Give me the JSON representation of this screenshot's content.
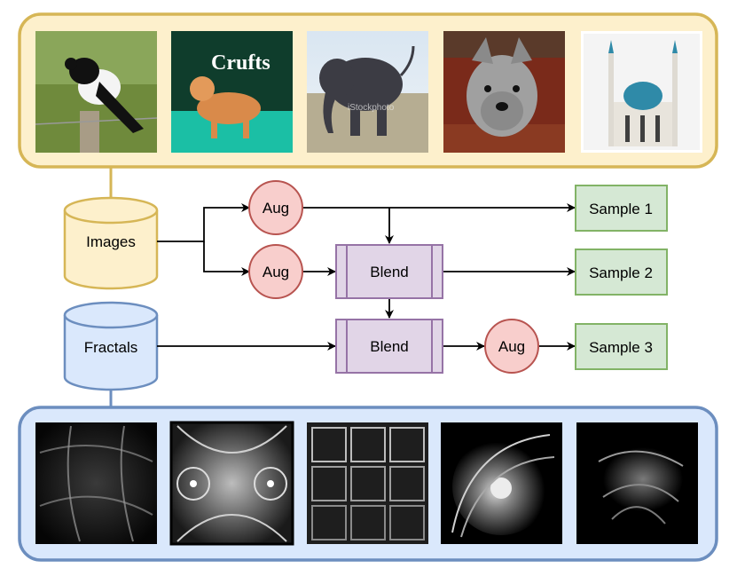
{
  "colors": {
    "image_panel_fill": "#fdf0cc",
    "image_panel_stroke": "#d6b656",
    "fractal_panel_fill": "#dae8fc",
    "fractal_panel_stroke": "#6c8ebf",
    "aug_fill": "#f8cecc",
    "aug_stroke": "#b85450",
    "blend_fill": "#e1d5e7",
    "blend_stroke": "#9673a6",
    "sample_fill": "#d5e8d4",
    "sample_stroke": "#82b366"
  },
  "databases": {
    "images": "Images",
    "fractals": "Fractals"
  },
  "nodes": {
    "aug_top": "Aug",
    "aug_mid": "Aug",
    "aug_bottom": "Aug",
    "blend_top": "Blend",
    "blend_bottom": "Blend",
    "sample_1": "Sample 1",
    "sample_2": "Sample 2",
    "sample_3": "Sample 3"
  },
  "photo_thumbnails": [
    {
      "subject": "magpie",
      "visible_text": ""
    },
    {
      "subject": "poodle",
      "visible_text": "Crufts"
    },
    {
      "subject": "elephant",
      "visible_text": "iStockphoto"
    },
    {
      "subject": "terrier",
      "visible_text": ""
    },
    {
      "subject": "mosque",
      "visible_text": ""
    }
  ],
  "fractal_thumbnails": [
    {
      "subject": "fractal-1"
    },
    {
      "subject": "fractal-2"
    },
    {
      "subject": "fractal-3"
    },
    {
      "subject": "fractal-4"
    },
    {
      "subject": "fractal-5"
    }
  ]
}
